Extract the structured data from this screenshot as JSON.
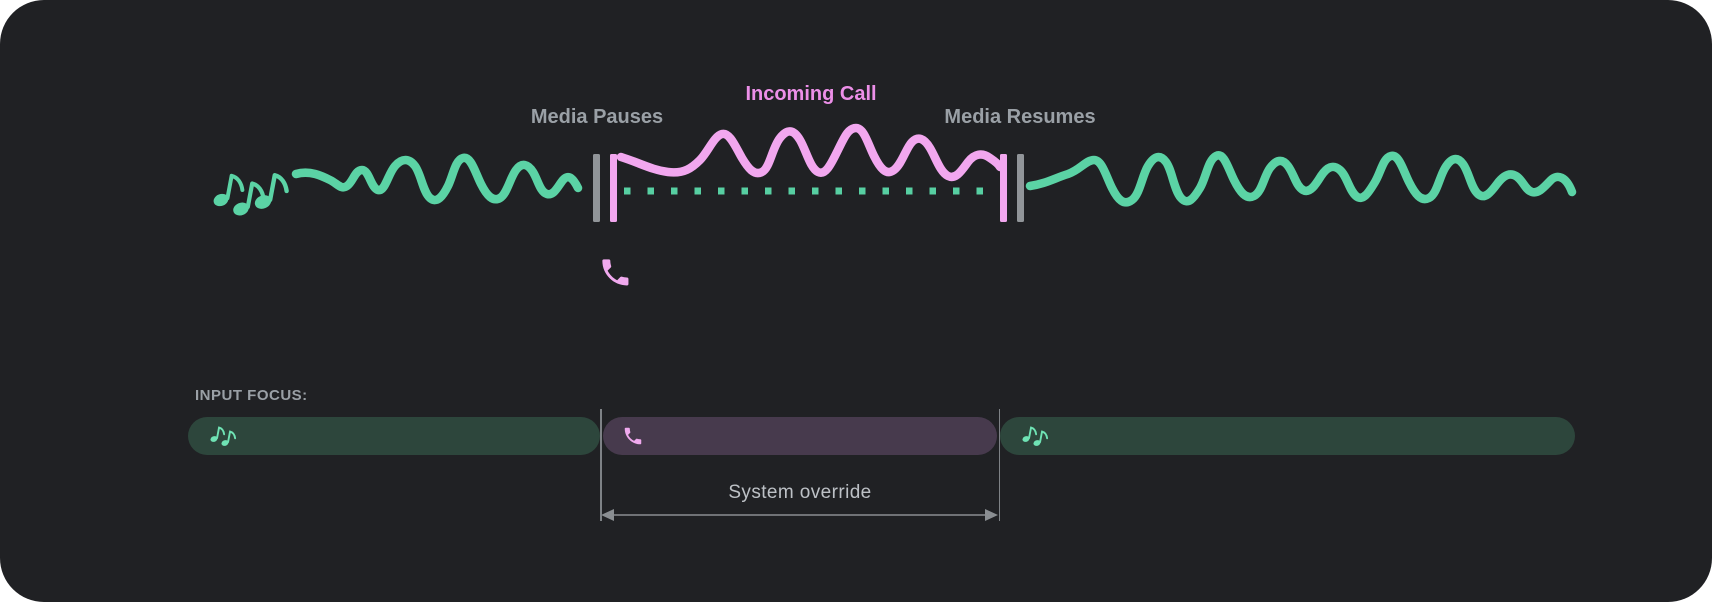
{
  "colors": {
    "page_background": "#ffffff",
    "canvas_background": "#202124",
    "media_wave_green": "#5BD3A5",
    "call_wave_pink": "#F2A7EF",
    "incoming_call_text_pink": "#EC8FE8",
    "timeline_label_gray": "#9AA0A6",
    "marker_bar_gray": "#919599",
    "paused_dots_green": "#57CFA2",
    "focus_media_bar_bg": "#2D463C",
    "focus_call_bar_bg": "#473A4D",
    "focus_note_icon_green": "#6FE3B4",
    "phone_icon_pink": "#F0A9EE",
    "heading_gray": "#9AA0A6",
    "override_text_gray": "#BDC1C6",
    "arrow_gray": "#8A8E92",
    "guide_line_gray": "#7E8286"
  },
  "timeline": {
    "media_pauses_label": "Media Pauses",
    "incoming_call_label": "Incoming Call",
    "media_resumes_label": "Media Resumes",
    "media_icon": "music-notes-icon",
    "call_icon": "phone-icon"
  },
  "input_focus": {
    "heading": "INPUT FOCUS:",
    "override_label": "System override",
    "segments": [
      {
        "name": "media-before-call",
        "icon": "music-notes-icon"
      },
      {
        "name": "call",
        "icon": "phone-icon"
      },
      {
        "name": "media-after-call",
        "icon": "music-notes-icon"
      }
    ]
  }
}
